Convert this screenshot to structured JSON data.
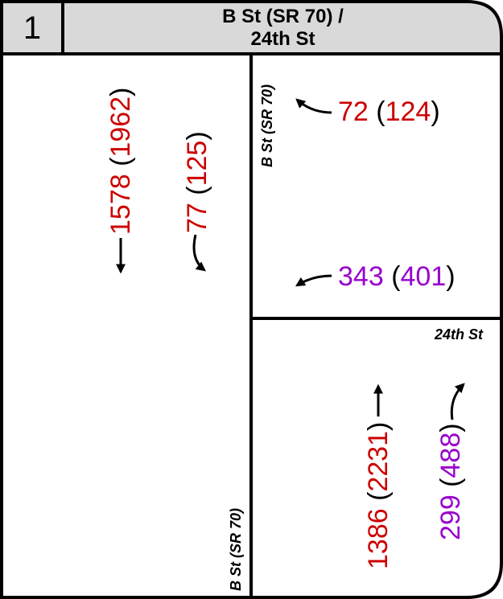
{
  "header": {
    "intersection_number": "1",
    "title_line1": "B St (SR 70) /",
    "title_line2": "24th St"
  },
  "colors": {
    "red": "#cc0000",
    "purple": "#9900cc",
    "header_bg": "#d9d9d9",
    "border": "#000000"
  },
  "streets": {
    "north_top": "B St (SR 70)",
    "south_bottom": "B St (SR 70)",
    "east": "24th St"
  },
  "movements": {
    "southbound_through": {
      "value": "1578",
      "paren": "1962",
      "color": "red",
      "icon": "arrow-down-icon"
    },
    "southbound_left": {
      "value": "77",
      "paren": "125",
      "color": "red",
      "icon": "curved-arrow-left-turn-icon"
    },
    "westbound_right": {
      "value": "72",
      "paren": "124",
      "color": "red",
      "icon": "curved-arrow-right-turn-icon"
    },
    "westbound_left": {
      "value": "343",
      "paren": "401",
      "color": "purple",
      "icon": "curved-arrow-left-turn-icon"
    },
    "northbound_through": {
      "value": "1386",
      "paren": "2231",
      "color": "red",
      "icon": "arrow-up-icon"
    },
    "northbound_right": {
      "value": "299",
      "paren": "488",
      "color": "purple",
      "icon": "curved-arrow-right-turn-icon"
    }
  }
}
